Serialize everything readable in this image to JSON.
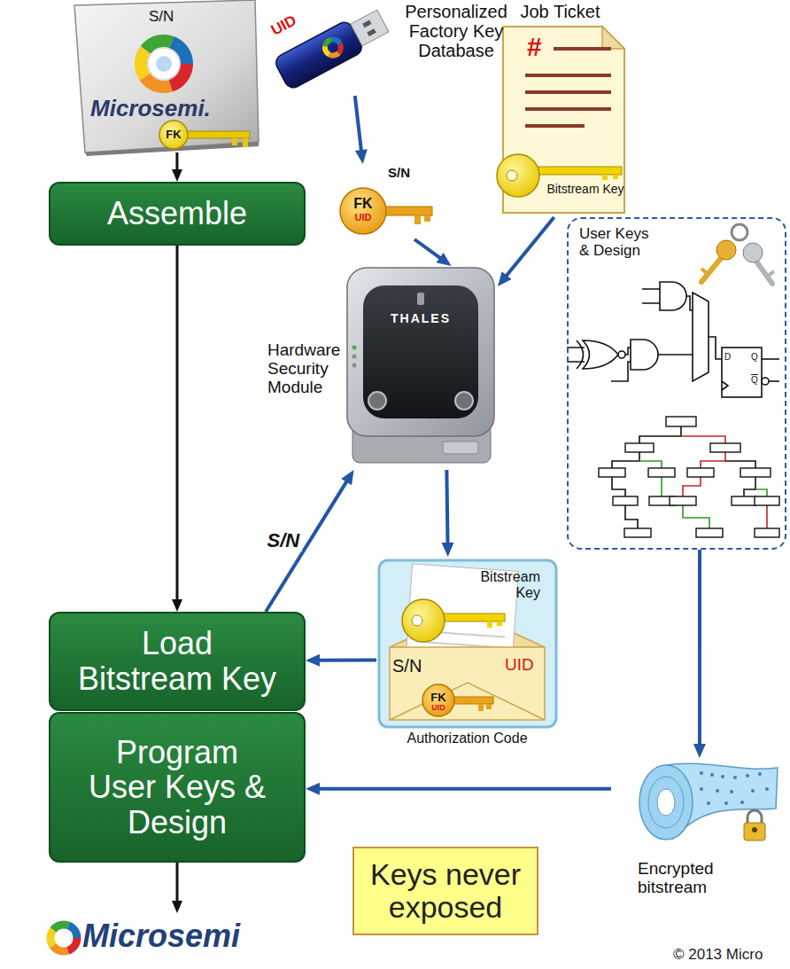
{
  "diagram": {
    "nodes": [
      {
        "text": [
          "S/N",
          "Microsemi.",
          "FK"
        ]
      },
      {
        "text": [
          "Assemble"
        ]
      },
      {
        "text": [
          "Load Bitstream Key"
        ]
      },
      {
        "text": [
          "Program User Keys & Design"
        ]
      },
      {
        "text": [
          "Microsemi"
        ]
      },
      {
        "text": [
          "UID",
          "Personalized Factory Key Database"
        ]
      },
      {
        "text": [
          "S/N",
          "FK",
          "UID"
        ]
      },
      {
        "text": [
          "Job Ticket",
          "#",
          "Bitstream Key"
        ]
      },
      {
        "text": [
          "Hardware Security Module",
          "THALES"
        ]
      },
      {
        "text": [
          "User Keys & Design"
        ]
      },
      {
        "text": [
          "Bitstream Key",
          "S/N",
          "UID",
          "FK",
          "UID",
          "Authorization Code"
        ]
      },
      {
        "text": [
          "Encrypted bitstream"
        ]
      },
      {
        "text": [
          "Keys never exposed"
        ]
      }
    ],
    "edges": [
      {
        "from": 0,
        "to": 1,
        "arrow": "to"
      },
      {
        "from": 1,
        "to": 2,
        "arrow": "to"
      },
      {
        "from": 3,
        "to": 4,
        "arrow": "to"
      },
      {
        "from": 5,
        "to": 6,
        "arrow": "to"
      },
      {
        "from": 6,
        "to": 8,
        "arrow": "to"
      },
      {
        "from": 7,
        "to": 8,
        "arrow": "to"
      },
      {
        "from": 2,
        "to": 8,
        "label": "S/N",
        "arrow": "to"
      },
      {
        "from": 8,
        "to": 10,
        "arrow": "to"
      },
      {
        "from": 10,
        "to": 2,
        "arrow": "to"
      },
      {
        "from": 9,
        "to": 11,
        "arrow": "to"
      },
      {
        "from": 11,
        "to": 3,
        "arrow": "to"
      }
    ],
    "labels": [
      "D",
      "Q",
      "Q",
      "© 2013 Micro"
    ]
  }
}
